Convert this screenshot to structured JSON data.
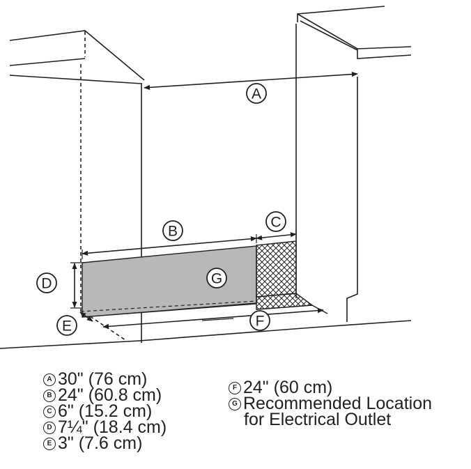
{
  "callouts": {
    "a": "A",
    "b": "B",
    "c": "C",
    "d": "D",
    "e": "E",
    "f": "F",
    "g": "G"
  },
  "legend": {
    "a": {
      "badge": "A",
      "text": "30\" (76 cm)"
    },
    "b": {
      "badge": "B",
      "text": "24\" (60.8 cm)"
    },
    "c": {
      "badge": "C",
      "text": "6\" (15.2 cm)"
    },
    "d": {
      "badge": "D",
      "text": "7¼\" (18.4 cm)"
    },
    "e": {
      "badge": "E",
      "text": "3\" (7.6 cm)"
    },
    "f": {
      "badge": "F",
      "text": "24\" (60 cm)"
    },
    "g": {
      "badge": "G",
      "text_line1": "Recommended Location",
      "text_line2": "for Electrical Outlet"
    }
  },
  "colors": {
    "line": "#231f20",
    "outlet_zone": "#b8b8b8",
    "hatch": "#231f20"
  }
}
